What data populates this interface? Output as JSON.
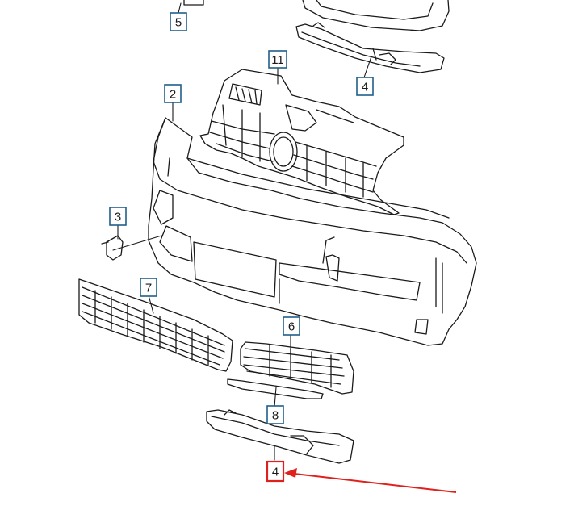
{
  "diagram": {
    "callouts": [
      {
        "id": "c5",
        "label": "5"
      },
      {
        "id": "c4-top",
        "label": "4"
      },
      {
        "id": "c11",
        "label": "11"
      },
      {
        "id": "c2",
        "label": "2"
      },
      {
        "id": "c3",
        "label": "3"
      },
      {
        "id": "c7",
        "label": "7"
      },
      {
        "id": "c6",
        "label": "6"
      },
      {
        "id": "c8",
        "label": "8"
      },
      {
        "id": "c4-bottom",
        "label": "4",
        "highlighted": true
      }
    ],
    "colors": {
      "callout_border": "#1f5f8b",
      "highlight": "#e0201c",
      "line": "#1a1a1a"
    }
  }
}
